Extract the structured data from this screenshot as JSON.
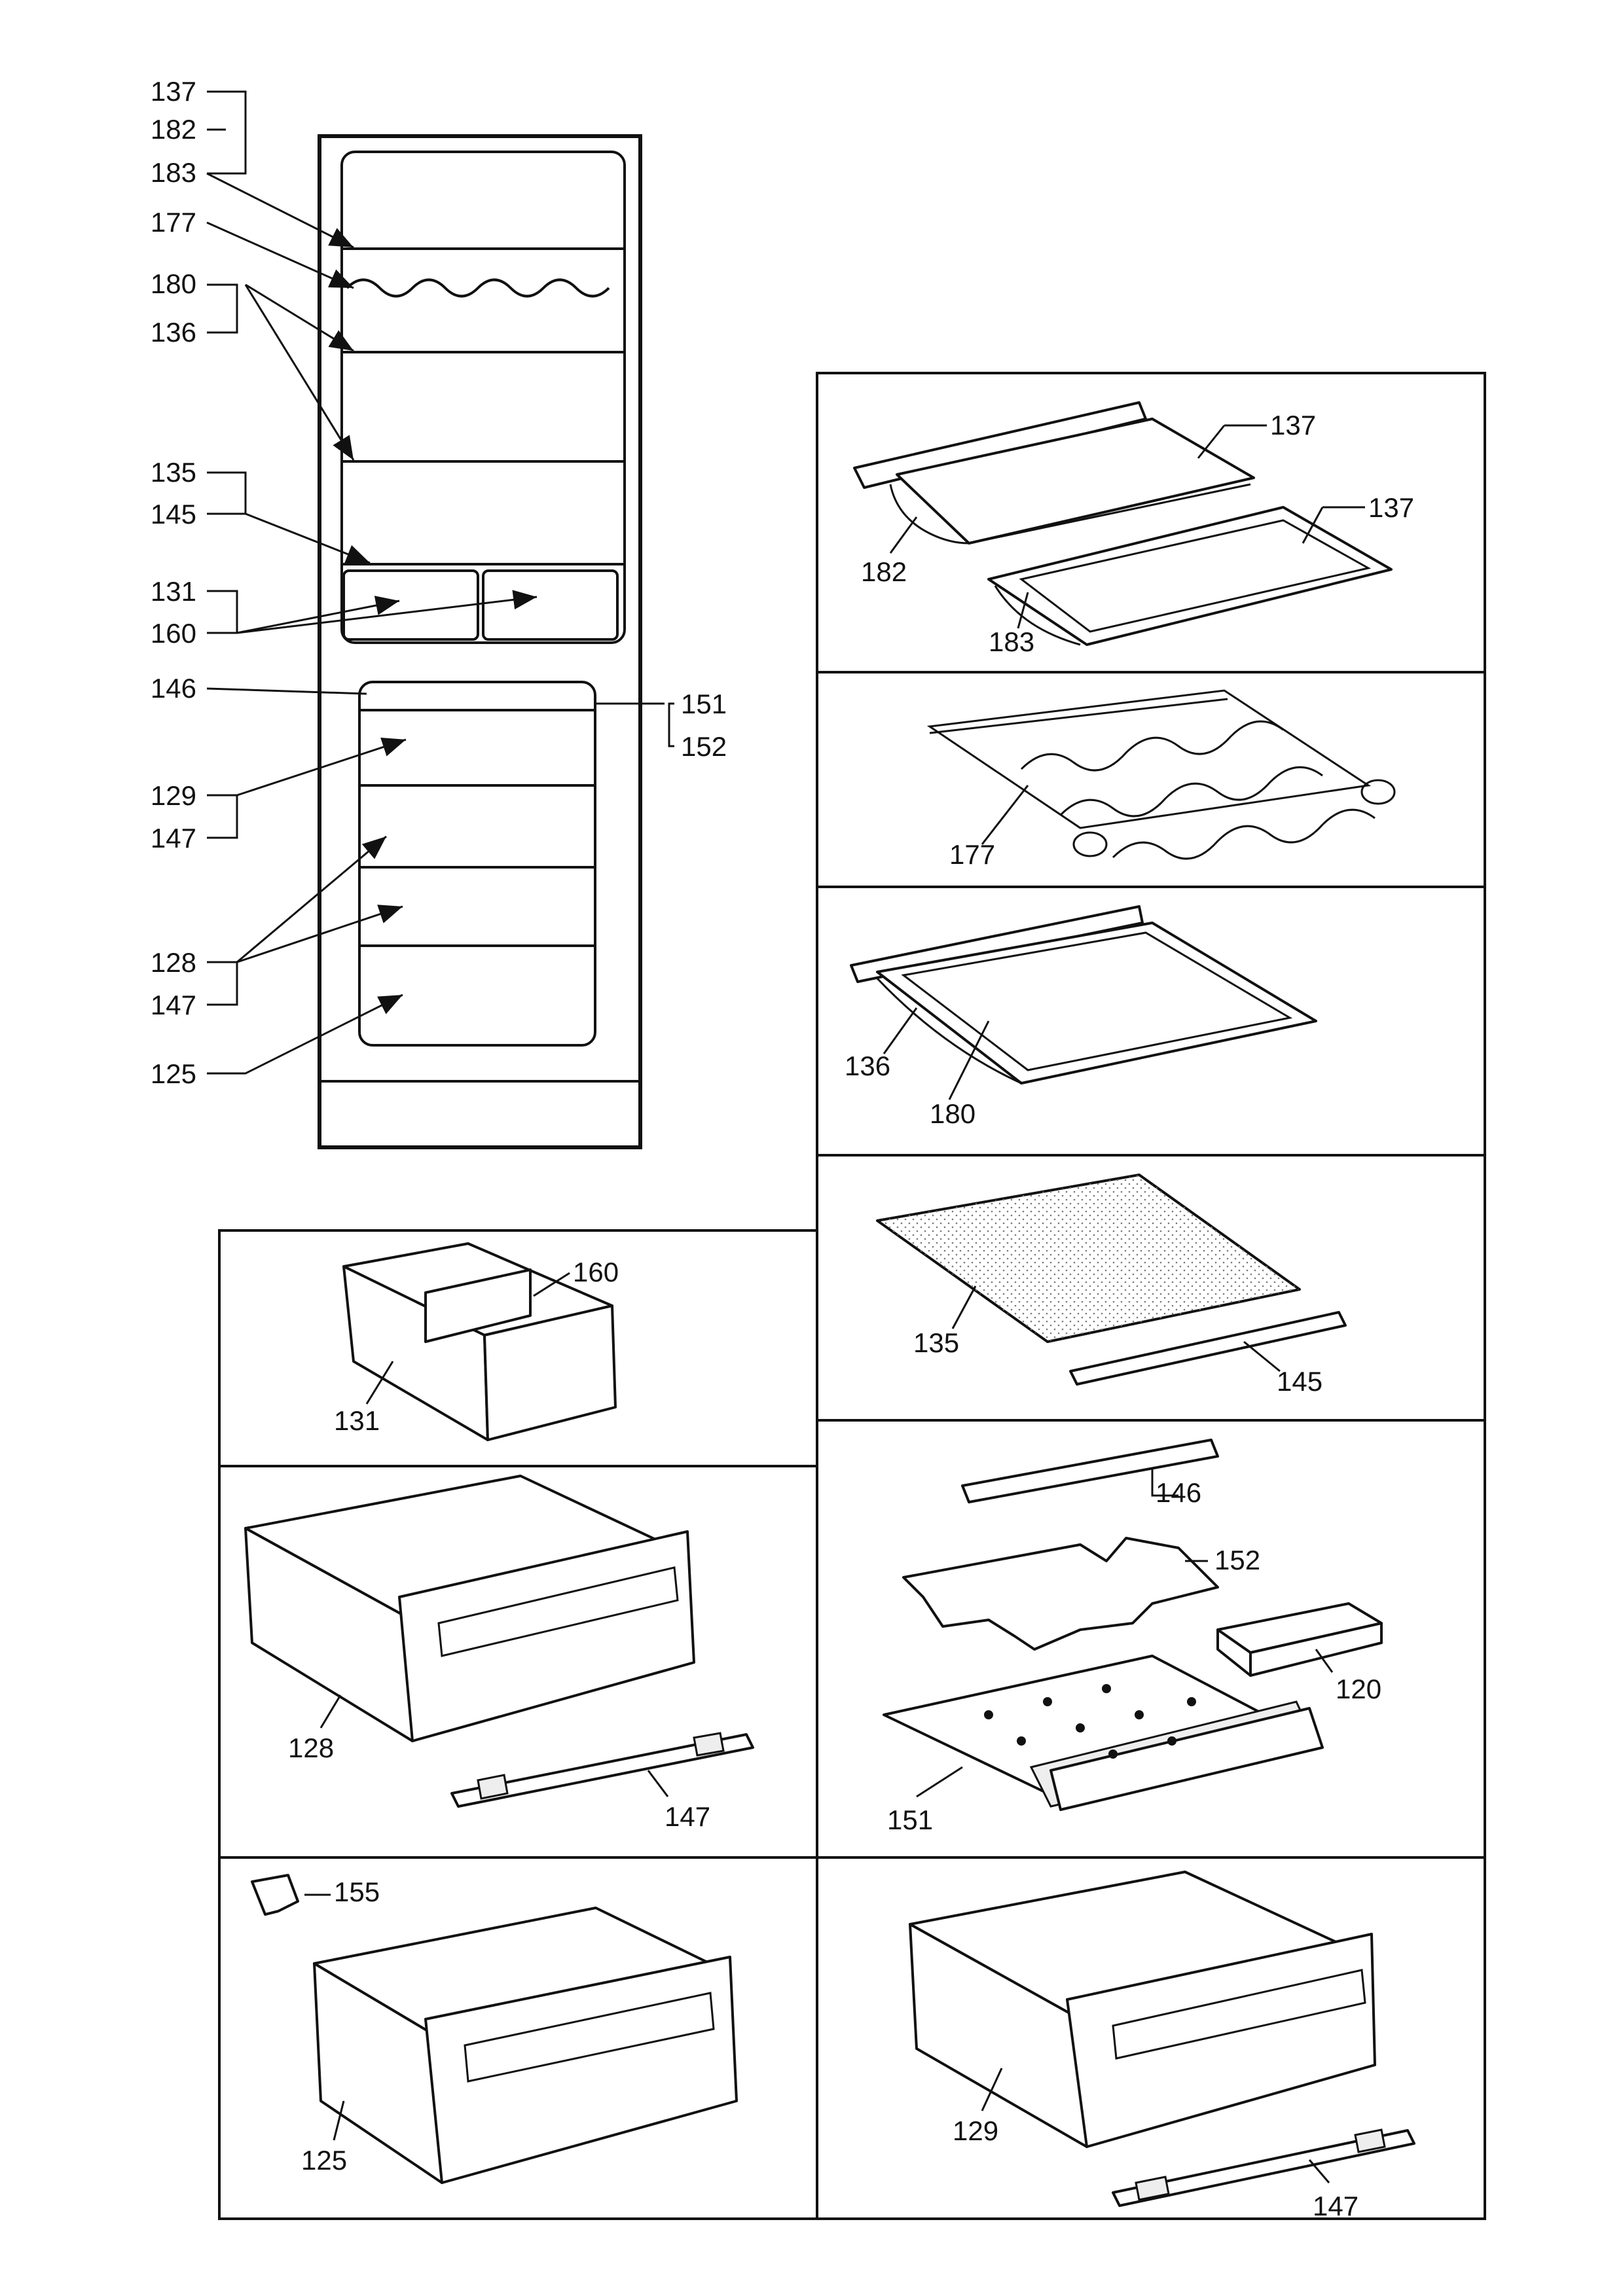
{
  "colors": {
    "ink": "#111111",
    "paper": "#ffffff"
  },
  "overview_callouts": [
    {
      "text": "137"
    },
    {
      "text": "182"
    },
    {
      "text": "183"
    },
    {
      "text": "177"
    },
    {
      "text": "180"
    },
    {
      "text": "136"
    },
    {
      "text": "135"
    },
    {
      "text": "145"
    },
    {
      "text": "131"
    },
    {
      "text": "160"
    },
    {
      "text": "146"
    },
    {
      "text": "151"
    },
    {
      "text": "152"
    },
    {
      "text": "129"
    },
    {
      "text": "147"
    },
    {
      "text": "128"
    },
    {
      "text": "147"
    },
    {
      "text": "125"
    }
  ],
  "panels": {
    "shelves_137": {
      "labels": [
        "137",
        "182",
        "137",
        "183"
      ]
    },
    "wine_rack": {
      "labels": [
        "177"
      ]
    },
    "glass_shelf": {
      "labels": [
        "136",
        "180"
      ]
    },
    "crisper_cover": {
      "labels": [
        "135",
        "145"
      ]
    },
    "freezer_tray": {
      "labels": [
        "146",
        "152",
        "120",
        "151"
      ]
    },
    "small_box": {
      "labels": [
        "160",
        "131"
      ]
    },
    "drawer_128": {
      "labels": [
        "128",
        "147"
      ]
    },
    "drawer_125": {
      "labels": [
        "155",
        "125"
      ]
    },
    "drawer_129": {
      "labels": [
        "129",
        "147"
      ]
    }
  }
}
